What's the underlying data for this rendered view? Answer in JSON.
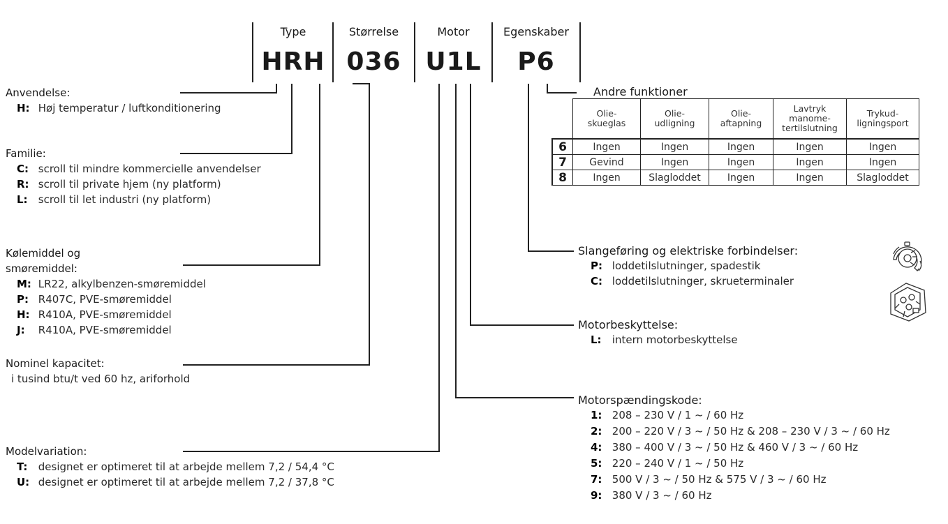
{
  "header": {
    "type_label": "Type",
    "size_label": "Størrelse",
    "motor_label": "Motor",
    "features_label": "Egenskaber",
    "code_type": "HRH",
    "code_size": "036",
    "code_motor": "U1L",
    "code_features": "P6"
  },
  "left_sections": {
    "application": {
      "title": "Anvendelse:",
      "items": [
        {
          "key": "H:",
          "text": "Høj temperatur / luftkonditionering"
        }
      ]
    },
    "family": {
      "title": "Familie:",
      "items": [
        {
          "key": "C:",
          "text": "scroll til mindre kommercielle anvendelser"
        },
        {
          "key": "R:",
          "text": "scroll til private hjem (ny platform)"
        },
        {
          "key": "L:",
          "text": "scroll til let industri (ny platform)"
        }
      ]
    },
    "refrigerant": {
      "title_line1": "Kølemiddel og",
      "title_line2": "smøremiddel:",
      "items": [
        {
          "key": "M:",
          "text": "LR22, alkylbenzen-smøremiddel"
        },
        {
          "key": "P:",
          "text": "R407C, PVE-smøremiddel"
        },
        {
          "key": "H:",
          "text": "R410A, PVE-smøremiddel"
        },
        {
          "key": "J:",
          "text": "R410A, PVE-smøremiddel"
        }
      ]
    },
    "capacity": {
      "title": "Nominel kapacitet:",
      "text": "i tusind btu/t ved 60 hz, ariforhold"
    },
    "model_variation": {
      "title": "Modelvariation:",
      "items": [
        {
          "key": "T:",
          "text": "designet er optimeret til at arbejde mellem 7,2 / 54,4 °C"
        },
        {
          "key": "U:",
          "text": "designet er optimeret til at arbejde mellem 7,2 / 37,8 °C"
        }
      ]
    }
  },
  "right_sections": {
    "other_functions": {
      "title": "Andre funktioner",
      "columns": [
        "Olie-\nskueglas",
        "Olie-\nudligning",
        "Olie-\naftapning",
        "Lavtryk\nmanome-\ntertilslutning",
        "Trykud-\nligningsport"
      ],
      "rows": [
        {
          "code": "6",
          "values": [
            "Ingen",
            "Ingen",
            "Ingen",
            "Ingen",
            "Ingen"
          ]
        },
        {
          "code": "7",
          "values": [
            "Gevind",
            "Ingen",
            "Ingen",
            "Ingen",
            "Ingen"
          ]
        },
        {
          "code": "8",
          "values": [
            "Ingen",
            "Slagloddet",
            "Ingen",
            "Ingen",
            "Slagloddet"
          ]
        }
      ]
    },
    "connections": {
      "title": "Slangeføring og elektriske forbindelser:",
      "items": [
        {
          "key": "P:",
          "text": "loddetilslutninger, spadestik"
        },
        {
          "key": "C:",
          "text": "loddetilslutninger, skrueterminaler"
        }
      ]
    },
    "motor_protection": {
      "title": "Motorbeskyttelse:",
      "items": [
        {
          "key": "L:",
          "text": "intern motorbeskyttelse"
        }
      ]
    },
    "motor_voltage": {
      "title": "Motorspændingskode:",
      "items": [
        {
          "key": "1:",
          "text": "208 – 230 V / 1 ~ / 60 Hz"
        },
        {
          "key": "2:",
          "text": "200 – 220 V / 3 ~ / 50 Hz & 208 – 230 V / 3 ~ / 60 Hz"
        },
        {
          "key": "4:",
          "text": "380 – 400 V / 3 ~ / 50 Hz & 460 V / 3 ~ / 60 Hz"
        },
        {
          "key": "5:",
          "text": "220 – 240 V / 1 ~ / 50 Hz"
        },
        {
          "key": "7:",
          "text": "500 V / 3 ~ / 50 Hz & 575 V / 3 ~ / 60 Hz"
        },
        {
          "key": "9:",
          "text": "380 V / 3 ~ / 60 Hz"
        }
      ]
    }
  },
  "icons": [
    "spade-terminal-icon",
    "screw-terminal-icon"
  ]
}
